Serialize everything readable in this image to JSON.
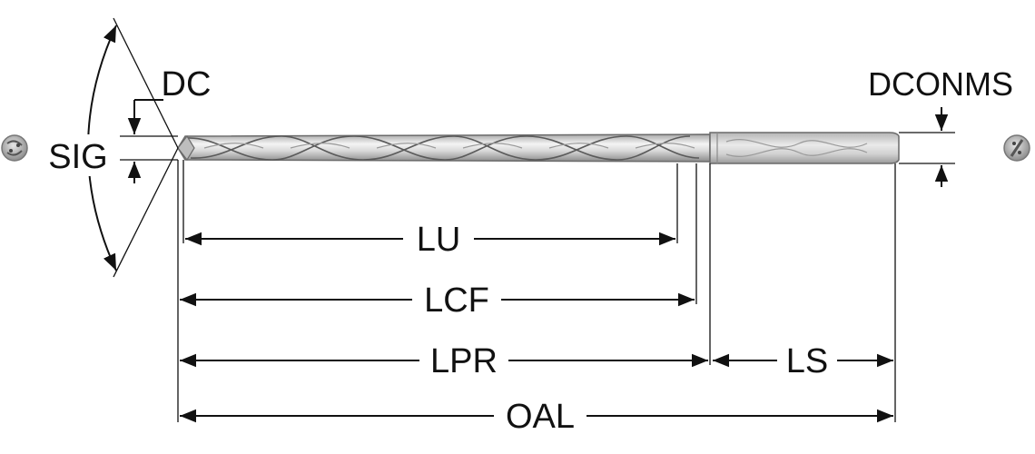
{
  "labels": {
    "sig": "SIG",
    "dc": "DC",
    "dconms": "DCONMS",
    "lu": "LU",
    "lcf": "LCF",
    "lpr": "LPR",
    "ls": "LS",
    "oal": "OAL"
  },
  "colors": {
    "line": "#111111",
    "body_light": "#eeeeee",
    "body_dark": "#9c9c9c",
    "shank": "#cfcfcf"
  }
}
